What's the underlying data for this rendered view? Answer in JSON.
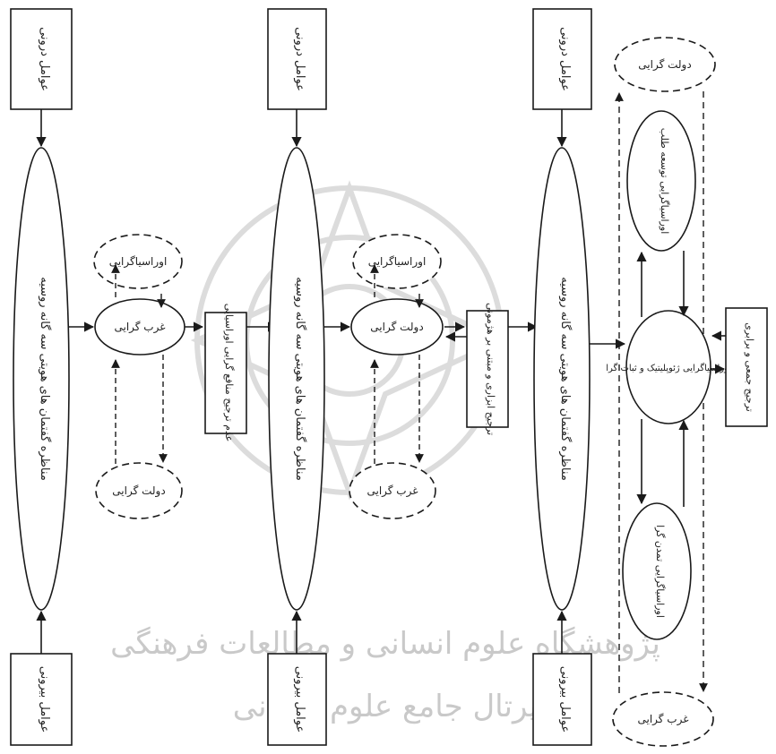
{
  "labels": {
    "internal": "عوامل درونی",
    "external": "عوامل بیرونی",
    "competition": "مناظره گفتمان های هویتی سه گانه روسیه",
    "westernism": "غرب گرایی",
    "statism": "دولت گرایی",
    "eurasianism": "اوراسیاگرایی",
    "reason_1": "عدم ترجیح منافع گرایی اوراسیایی",
    "reason_2": "ترجیح ابزاری و مبتنی بر هژمونی",
    "reason_3": "ترجیح جمعی و برابری",
    "eurasian_dev": "اوراسیاگرایی توسعه طلب",
    "eurasian_civ": "اوراسیاگرایی تمدن گرا",
    "eurasian_geo": "اوراسیاگرایی ژئوپلیتیک و ثبات گرا"
  },
  "watermark": {
    "line1": "پژوهشگاه علوم انسانی و مطالعات فرهنگی",
    "line2": "پرتال جامع علوم انسانی"
  },
  "colors": {
    "stroke": "#1a1a1a",
    "watermark": "#c9c9c9"
  }
}
